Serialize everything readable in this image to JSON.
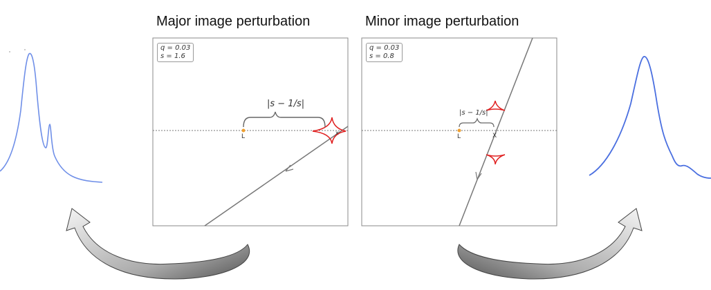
{
  "panels": {
    "left": {
      "title": "Major image perturbation",
      "params": {
        "q": "q = 0.03",
        "s": "s = 1.6"
      },
      "brace_label": "|s − 1/s|",
      "lens_label": "L",
      "image_label": "x"
    },
    "right": {
      "title": "Minor image perturbation",
      "params": {
        "q": "q = 0.03",
        "s": "s = 0.8"
      },
      "brace_label": "|s − 1/s|",
      "lens_label": "L",
      "image_label": "X"
    }
  },
  "colors": {
    "curve": "#4a6fe0",
    "caustic": "#e02020",
    "trajectory": "#777777",
    "lens": "#f0a030",
    "arrow_fill": "#eeeeee"
  }
}
